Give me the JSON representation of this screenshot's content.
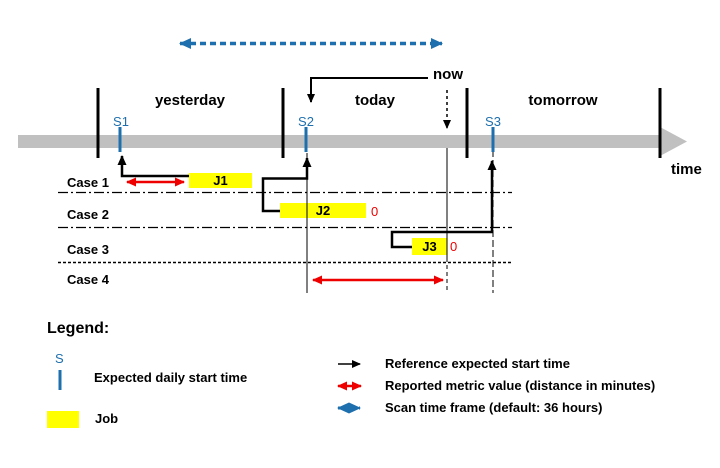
{
  "timeline": {
    "days": {
      "yesterday": "yesterday",
      "today": "today",
      "tomorrow": "tomorrow"
    },
    "now_label": "now",
    "axis_label": "time",
    "ticks": {
      "s1": "S1",
      "s2": "S2",
      "s3": "S3"
    }
  },
  "cases": [
    {
      "label": "Case 1",
      "job": "J1"
    },
    {
      "label": "Case 2",
      "job": "J2",
      "metric": "0"
    },
    {
      "label": "Case 3",
      "job": "J3",
      "metric": "0"
    },
    {
      "label": "Case 4"
    }
  ],
  "legend": {
    "title": "Legend:",
    "start_symbol": "S",
    "start_label": "Expected daily start time",
    "job_label": "Job",
    "reference_label": "Reference expected start time",
    "metric_label": "Reported metric value (distance in minutes)",
    "scan_label": "Scan time frame (default: 36 hours)"
  },
  "colors": {
    "accent_blue": "#1E6FAE",
    "metric_red": "#EE0000",
    "job_yellow": "#FFFF00",
    "timeline_gray": "#C0C0C0"
  }
}
